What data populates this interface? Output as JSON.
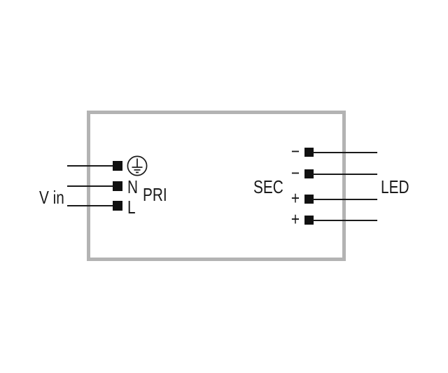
{
  "colors": {
    "outline_gray": "#b3b3b3",
    "line_black": "#1a1a1a"
  },
  "primary": {
    "section_label": "PRI",
    "source_label": "V in",
    "terminals": [
      {
        "label": "",
        "icon": "protective-earth-icon"
      },
      {
        "label": "N"
      },
      {
        "label": "L"
      }
    ]
  },
  "secondary": {
    "section_label": "SEC",
    "load_label": "LED",
    "terminals": [
      {
        "polarity": "−"
      },
      {
        "polarity": "−"
      },
      {
        "polarity": "+"
      },
      {
        "polarity": "+"
      }
    ]
  }
}
